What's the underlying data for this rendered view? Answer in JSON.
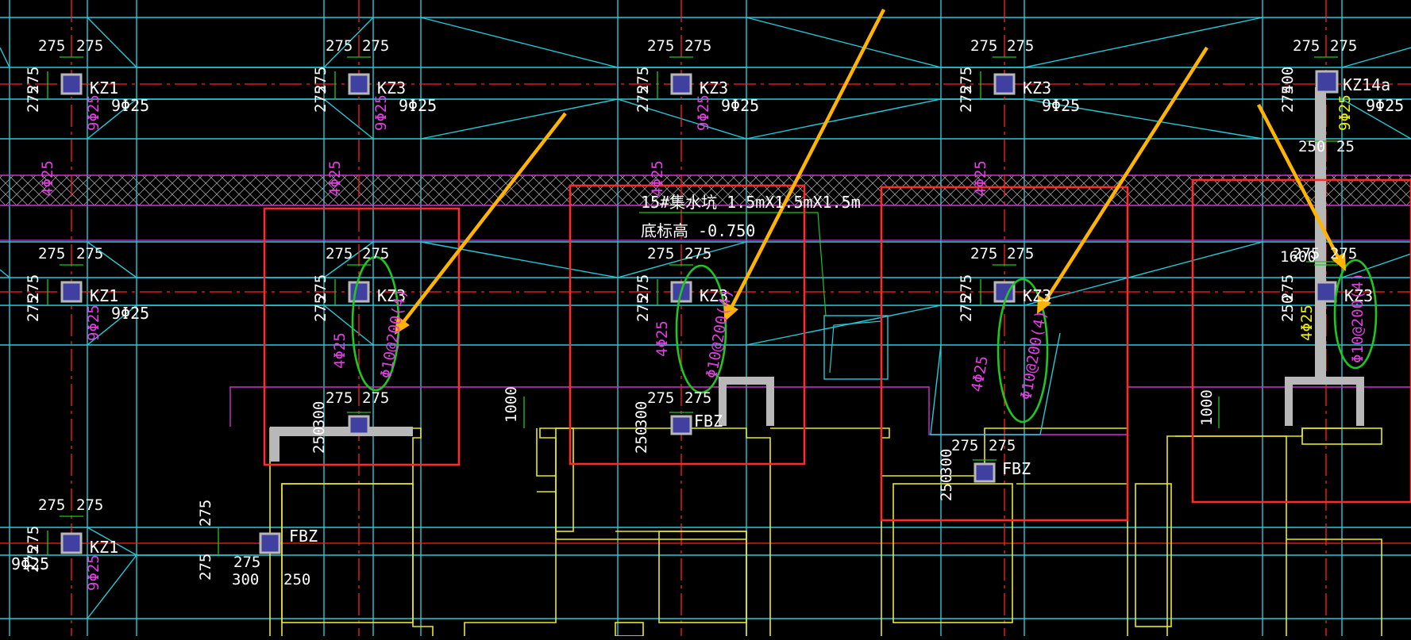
{
  "colors": {
    "background": "#000000",
    "grid_cyan": "#27c9d6",
    "axis_red": "#ff2020",
    "wall_yellow": "#e8e820",
    "beam_magenta": "#d030d0",
    "annotation_red": "#ff2a2a",
    "annotation_green": "#1fc81f",
    "arrow_orange": "#ffb400",
    "column_gray": "#b8b8b8",
    "column_fill_blue": "#4040a0"
  },
  "dimensions": {
    "col_offset": "275",
    "d400": "400",
    "d250": "250",
    "d25": "25",
    "d300": "300",
    "d1000": "1000",
    "d1600": "1600"
  },
  "labels": {
    "kz1": "KZ1",
    "kz3": "KZ3",
    "kz14a": "KZ14a",
    "fbz": "FBZ",
    "rebar_main": "9Φ25",
    "rebar_side": "4Φ25",
    "stirrup": "Φ10@200(4)",
    "pit_name": "15#集水坑 1.5mX1.5mX1.5m",
    "pit_elev": "底标高 -0.750"
  }
}
